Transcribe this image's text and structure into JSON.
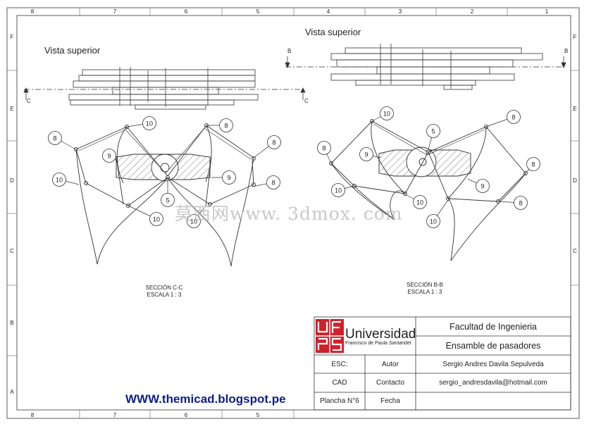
{
  "views": {
    "left_title": "Vista superior",
    "right_title": "Vista superior",
    "section_c_marker": "C",
    "section_b_marker": "B",
    "left_caption_line1": "SECCIÓN C-C",
    "left_caption_line2": "ESCALA 1 : 3",
    "right_caption_line1": "SECCIÓN B-B",
    "right_caption_line2": "ESCALA 1 : 3"
  },
  "balloons": {
    "left": [
      "10",
      "8",
      "8",
      "9",
      "8",
      "10",
      "8",
      "9",
      "5",
      "10",
      "10"
    ],
    "right": [
      "10",
      "8",
      "5",
      "8",
      "9",
      "8",
      "10",
      "9",
      "10",
      "8",
      "10"
    ]
  },
  "border": {
    "columns": [
      "8",
      "7",
      "6",
      "5",
      "4",
      "3",
      "2",
      "1"
    ],
    "bottom_columns": [
      "8",
      "7",
      "6",
      "5"
    ],
    "rows": [
      "F",
      "E",
      "D",
      "C",
      "B",
      "A"
    ]
  },
  "title_block": {
    "university": "Universidad",
    "university_sub": "Francisco de Paula Santander",
    "logo_letters": "UFPS",
    "faculty": "Facultad de Ingenieria",
    "assembly": "Ensamble de pasadores",
    "esc_label": "ESC:",
    "autor_label": "Autor",
    "autor_value": "Sergio Andres Davila Sepulveda",
    "cad_label": "CAD",
    "contacto_label": "Contacto",
    "contacto_value": "sergio_andresdavila@hotmail.com",
    "plancha_label": "Plancha N°6",
    "fecha_label": "Fecha"
  },
  "website": "WWW.themicad.blogspot.pe",
  "watermark": "莫西网www. 3dmox. com",
  "colors": {
    "line": "#333333",
    "logo_red": "#d0202a",
    "url_blue": "#0d1f8c",
    "hatch": "#555555"
  }
}
